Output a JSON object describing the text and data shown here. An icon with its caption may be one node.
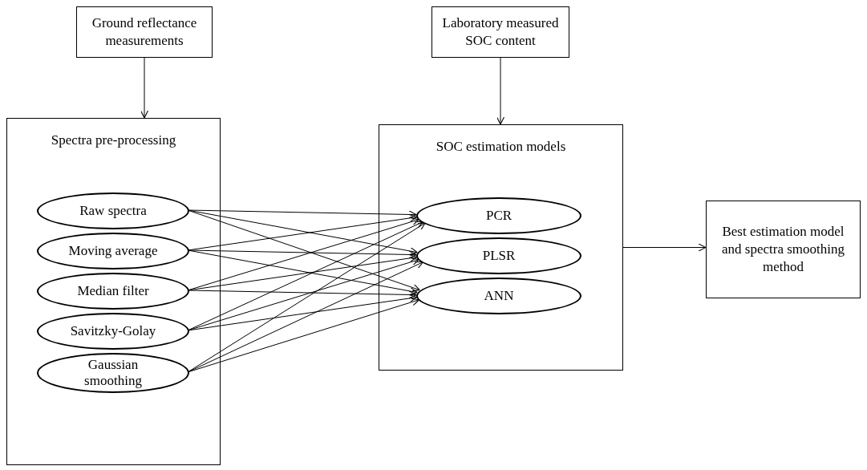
{
  "diagram": {
    "nodes": [
      {
        "text": [
          "Ground reflectance measurements"
        ]
      },
      {
        "text": [
          "Laboratory measured SOC content"
        ]
      },
      {
        "text": [
          "Spectra pre-processing"
        ]
      },
      {
        "text": [
          "Raw spectra"
        ],
        "in": 2
      },
      {
        "text": [
          "Moving average"
        ],
        "in": 2
      },
      {
        "text": [
          "Median filter"
        ],
        "in": 2
      },
      {
        "text": [
          "Savitzky-Golay"
        ],
        "in": 2
      },
      {
        "text": [
          "Gaussian smoothing"
        ],
        "in": 2
      },
      {
        "text": [
          "SOC estimation models"
        ]
      },
      {
        "text": [
          "PCR"
        ],
        "in": 8
      },
      {
        "text": [
          "PLSR"
        ],
        "in": 8
      },
      {
        "text": [
          "ANN"
        ],
        "in": 8
      },
      {
        "text": [
          "Best estimation model and spectra smoothing method"
        ]
      }
    ],
    "edges": [
      {
        "from": 0,
        "to": 2,
        "arrow": "to"
      },
      {
        "from": 1,
        "to": 8,
        "arrow": "to"
      },
      {
        "from": 3,
        "to": 9,
        "arrow": "to"
      },
      {
        "from": 3,
        "to": 10,
        "arrow": "to"
      },
      {
        "from": 3,
        "to": 11,
        "arrow": "to"
      },
      {
        "from": 4,
        "to": 9,
        "arrow": "to"
      },
      {
        "from": 4,
        "to": 10,
        "arrow": "to"
      },
      {
        "from": 4,
        "to": 11,
        "arrow": "to"
      },
      {
        "from": 5,
        "to": 9,
        "arrow": "to"
      },
      {
        "from": 5,
        "to": 10,
        "arrow": "to"
      },
      {
        "from": 5,
        "to": 11,
        "arrow": "to"
      },
      {
        "from": 6,
        "to": 9,
        "arrow": "to"
      },
      {
        "from": 6,
        "to": 10,
        "arrow": "to"
      },
      {
        "from": 6,
        "to": 11,
        "arrow": "to"
      },
      {
        "from": 7,
        "to": 9,
        "arrow": "to"
      },
      {
        "from": 7,
        "to": 10,
        "arrow": "to"
      },
      {
        "from": 7,
        "to": 11,
        "arrow": "to"
      },
      {
        "from": 8,
        "to": 12,
        "arrow": "to"
      }
    ]
  }
}
